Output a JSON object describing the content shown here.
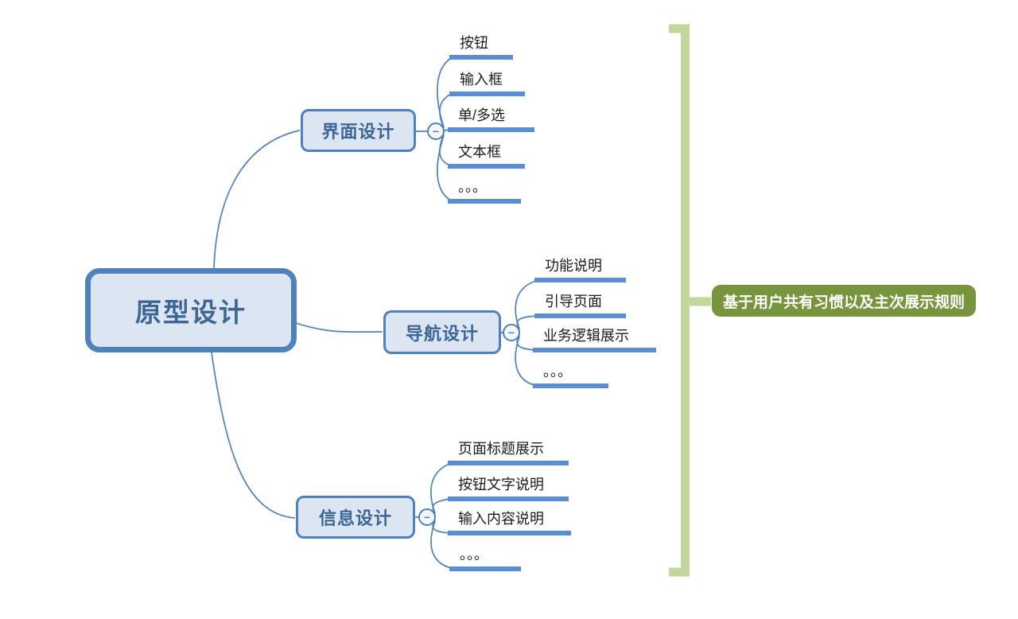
{
  "ui": {
    "collapse_glyph": "−"
  },
  "diagram": {
    "type": "mindmap",
    "root": {
      "label": "原型设计"
    },
    "branches": [
      {
        "label": "界面设计",
        "children": [
          "按钮",
          "输入框",
          "单/多选",
          "文本框",
          "。。。"
        ]
      },
      {
        "label": "导航设计",
        "children": [
          "功能说明",
          "引导页面",
          "业务逻辑展示",
          "。。。"
        ]
      },
      {
        "label": "信息设计",
        "children": [
          "页面标题展示",
          "按钮文字说明",
          "输入内容说明",
          "。。。"
        ]
      }
    ],
    "annotation": {
      "label": "基于用户共有习惯以及主次展示规则"
    },
    "colors": {
      "node_border": "#4f81bd",
      "node_fill": "#dce6f2",
      "node_text": "#3d6596",
      "connector": "#4f81bd",
      "leaf_underline": "#5b8dd3",
      "bracket": "#c3d69b",
      "annotation_bg": "#78943d",
      "annotation_text": "#ffffff"
    }
  }
}
